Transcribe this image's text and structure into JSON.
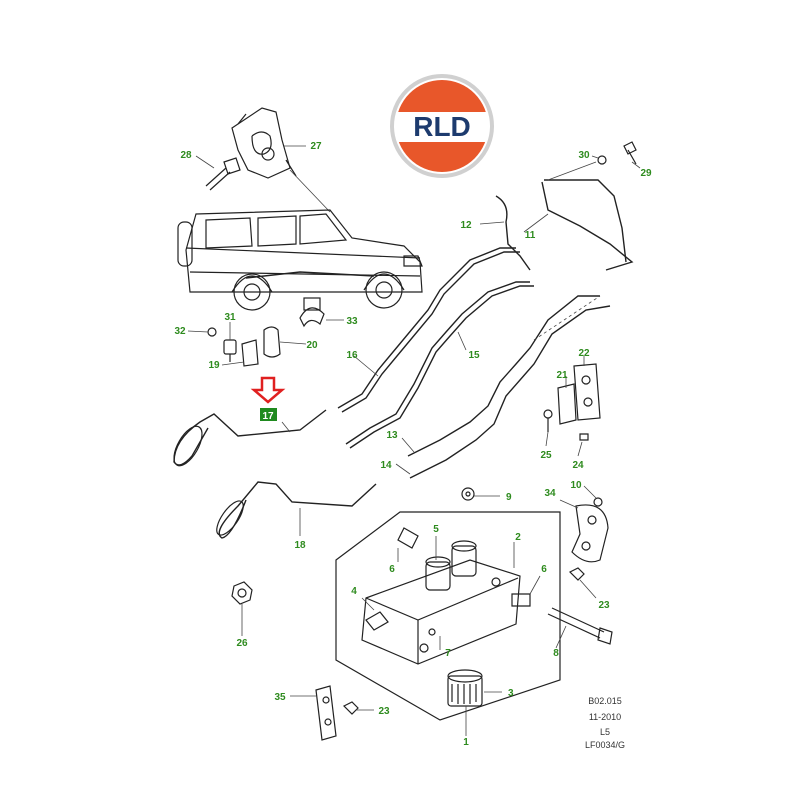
{
  "logo": {
    "text": "RLD",
    "colors": {
      "top": "#E8572A",
      "text": "#1D3B6E",
      "ring": "#cfcfcf"
    }
  },
  "colors": {
    "callout": "#2E8B1E",
    "highlight_bg": "#1F8A1F",
    "arrow": "#E02020",
    "line": "#222222"
  },
  "callouts": {
    "c1": "1",
    "c2": "2",
    "c3": "3",
    "c4": "4",
    "c5": "5",
    "c6a": "6",
    "c6b": "6",
    "c7": "7",
    "c8": "8",
    "c9": "9",
    "c10": "10",
    "c11": "11",
    "c12": "12",
    "c13": "13",
    "c14": "14",
    "c15": "15",
    "c16": "16",
    "c17": "17",
    "c18": "18",
    "c19": "19",
    "c20": "20",
    "c21": "21",
    "c22": "22",
    "c23a": "23",
    "c23b": "23",
    "c24": "24",
    "c25": "25",
    "c26": "26",
    "c27": "27",
    "c28": "28",
    "c29": "29",
    "c30": "30",
    "c31": "31",
    "c32": "32",
    "c33": "33",
    "c34": "34",
    "c35": "35"
  },
  "footer": {
    "ref": "B02.015",
    "date": "11-2010",
    "model": "L5",
    "code": "LF0034/G"
  }
}
